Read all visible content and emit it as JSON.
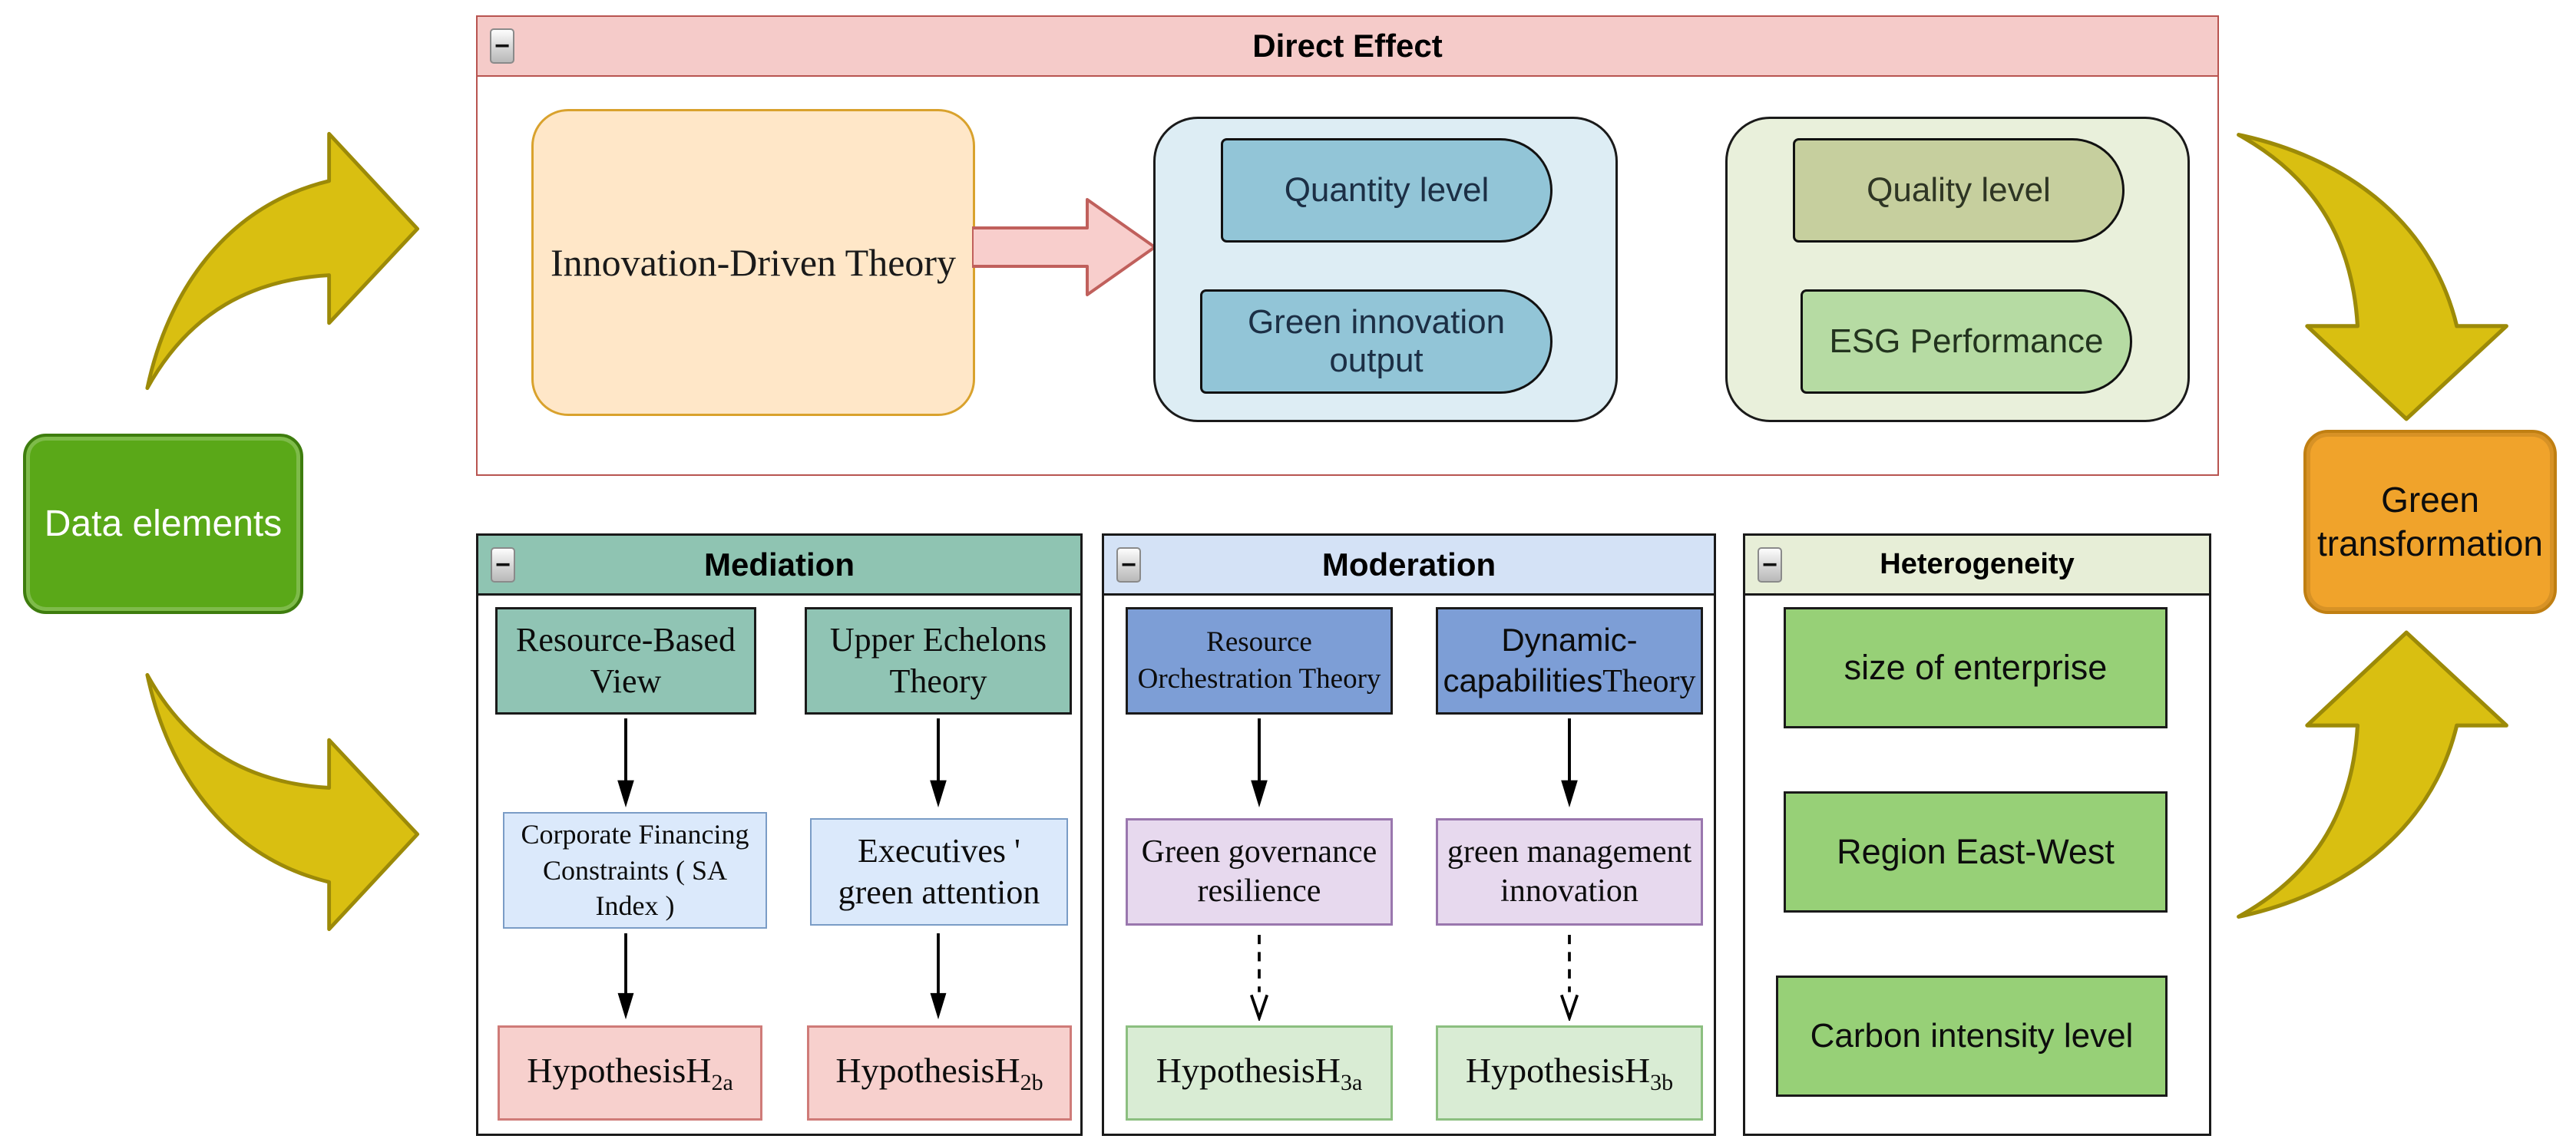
{
  "icons": {
    "minimize": "−"
  },
  "colors": {
    "direct_header": "#f5cbc9",
    "direct_border": "#b85450",
    "mediation_header": "#8fc4b2",
    "moderation_header": "#d4e2f6",
    "heterogeneity_header": "#e7eed7",
    "arrow_gold": "#d9bf11",
    "block_arrow_pink": "#f8cecc",
    "innovation_fill": "#ffe7c8",
    "innovation_border": "#d9a22d",
    "data_elements_fill": "#5aa818",
    "green_transformation_fill": "#f0a32b"
  },
  "left_node": {
    "label": "Data elements"
  },
  "right_node": {
    "line1": "Green",
    "line2": "transformation"
  },
  "direct": {
    "title": "Direct Effect",
    "innovation": "Innovation-Driven Theory",
    "quantity": "Quantity level",
    "green_output": "Green innovation output",
    "quality": "Quality level",
    "esg": "ESG Performance"
  },
  "mediation": {
    "title": "Mediation",
    "rbv_l1": "Resource-Based",
    "rbv_l2": "View",
    "uet_l1": "Upper Echelons",
    "uet_l2": "Theory",
    "cfc_l1": "Corporate Financing",
    "cfc_l2": "Constraints ( SA",
    "cfc_l3": "Index )",
    "ega_l1": "Executives '",
    "ega_l2": "green attention",
    "h2a_base": "HypothesisH",
    "h2a_sub": "2a",
    "h2b_base": "HypothesisH",
    "h2b_sub": "2b"
  },
  "moderation": {
    "title": "Moderation",
    "rot_l1": "Resource",
    "rot_l2": "Orchestration Theory",
    "dct_l1": "Dynamic-",
    "dct_l2a": "capabilities",
    "dct_l2b": "Theory",
    "ggr_l1": "Green governance",
    "ggr_l2": "resilience",
    "gmi_l1": "green management",
    "gmi_l2": "innovation",
    "h3a_base": "HypothesisH",
    "h3a_sub": "3a",
    "h3b_base": "HypothesisH",
    "h3b_sub": "3b"
  },
  "heterogeneity": {
    "title": "Heterogeneity",
    "box1": "size of enterprise",
    "box2": "Region East-West",
    "box3": "Carbon intensity level"
  }
}
